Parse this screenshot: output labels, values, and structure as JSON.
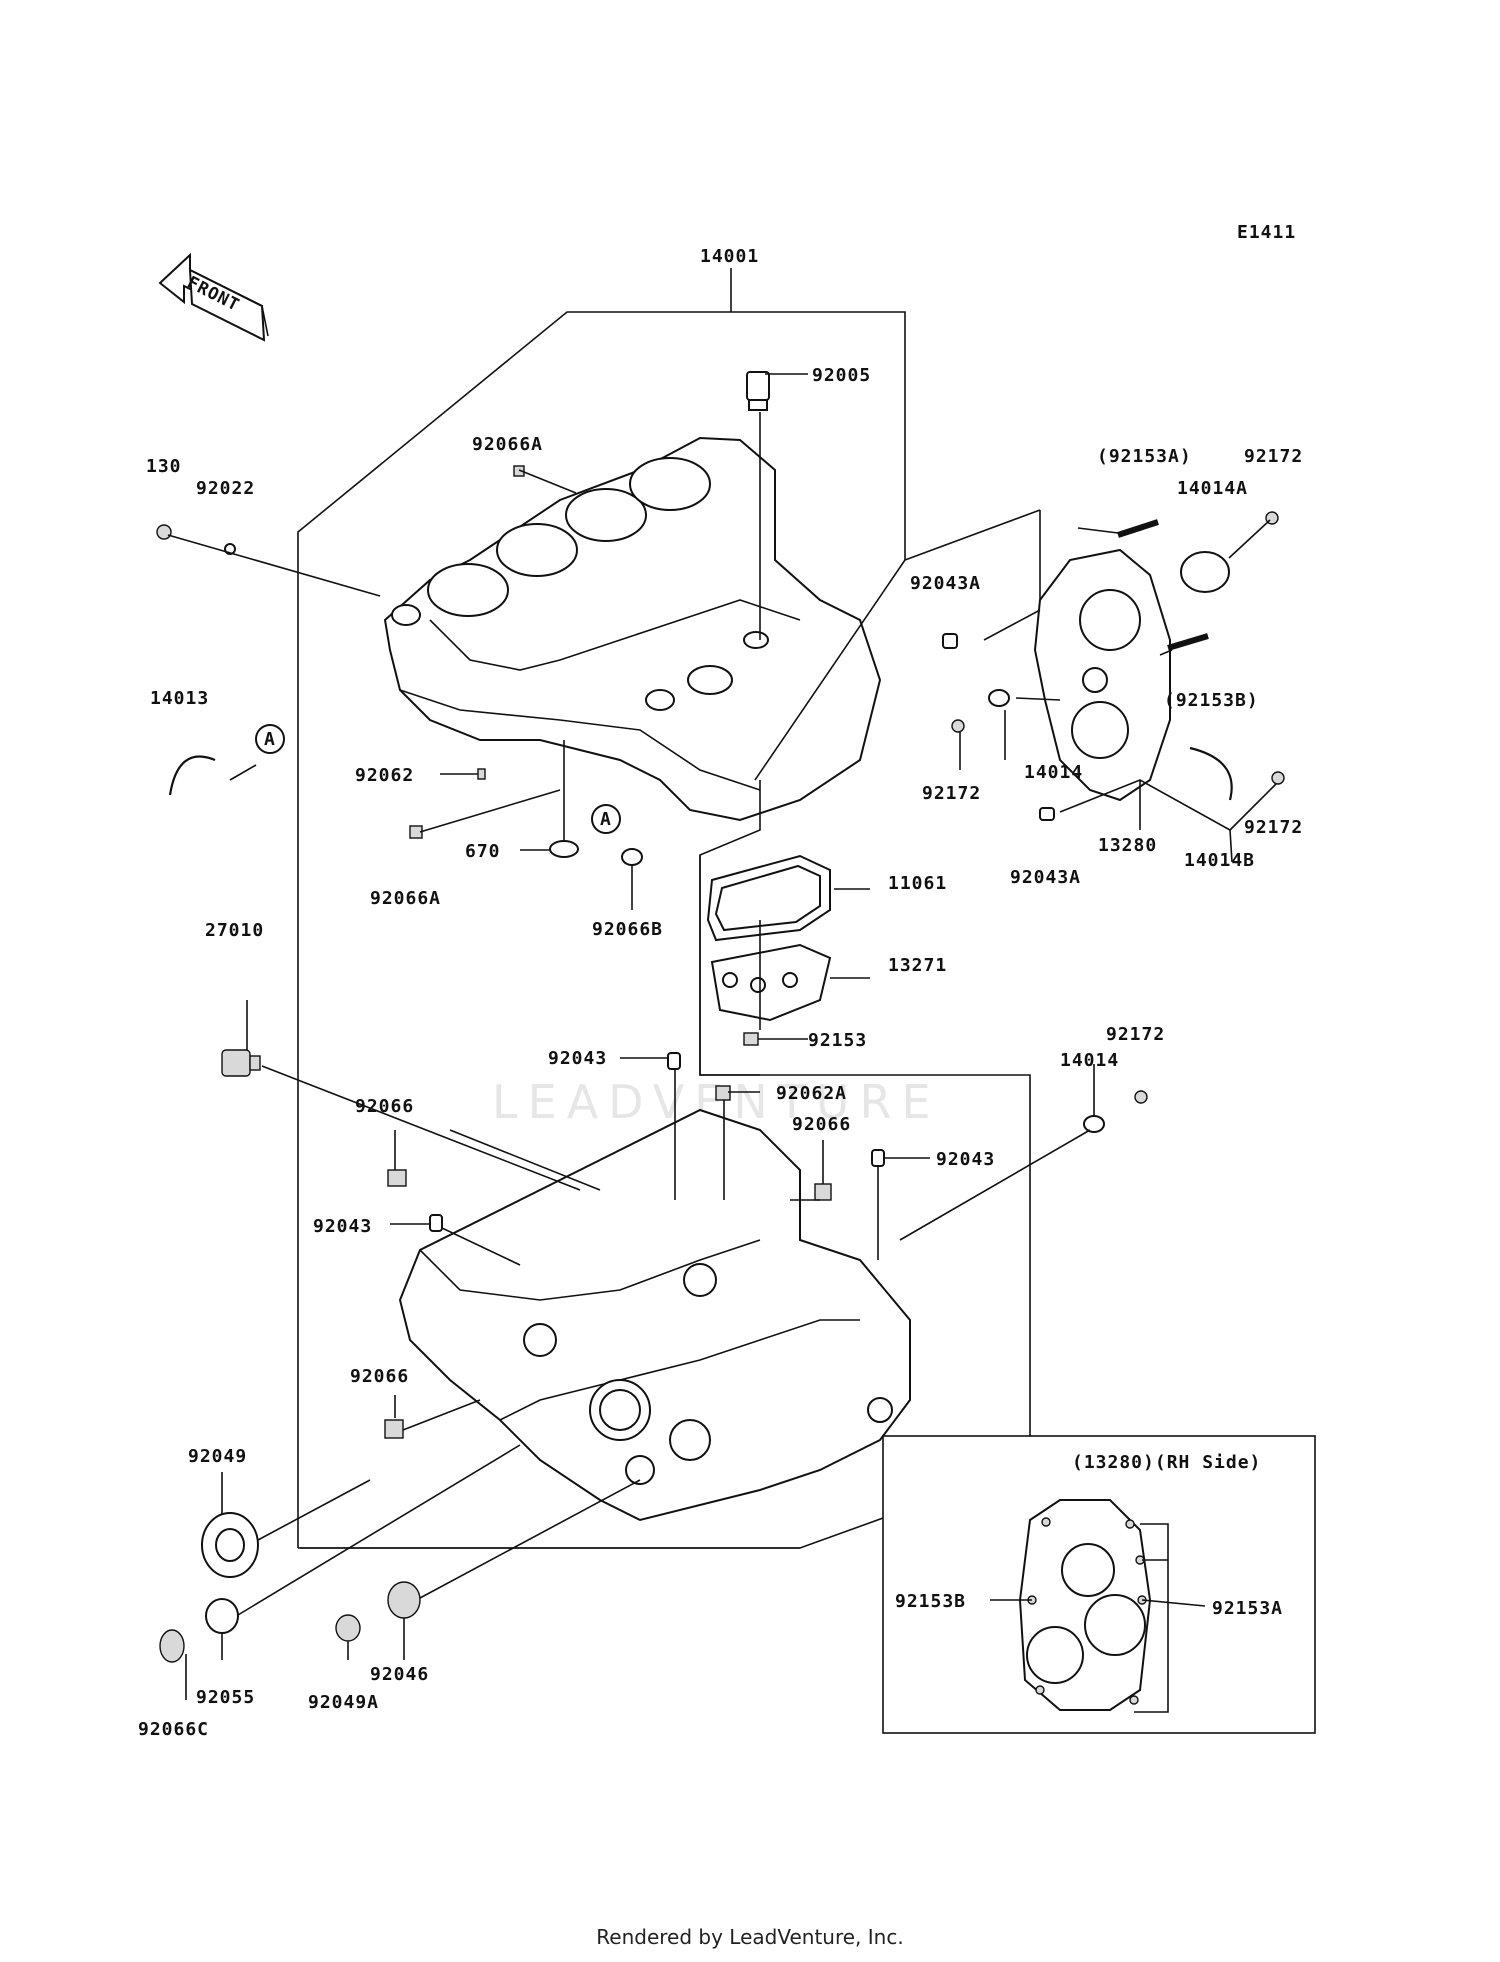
{
  "diagram_id": "E1411",
  "front_label": "FRONT",
  "watermark": "LEADVENTURE",
  "footer": "Rendered by LeadVenture, Inc.",
  "inset": {
    "title": "(13280)(RH Side)",
    "labels": [
      "92153B",
      "92153A"
    ]
  },
  "parts": [
    "14001",
    "92005",
    "92066A",
    "130",
    "92022",
    "92153A_paren",
    "92172",
    "14014A",
    "92043A",
    "92153B_paren",
    "14013",
    "A",
    "92062",
    "670",
    "92066B",
    "11061",
    "13271",
    "92153",
    "14014",
    "13280",
    "14014B",
    "27010",
    "92043",
    "92062A",
    "92066",
    "92049",
    "92055",
    "92066C",
    "92049A",
    "92046"
  ],
  "labels": {
    "p14001": "14001",
    "p92005": "92005",
    "p92066A_top": "92066A",
    "p130": "130",
    "p92022": "92022",
    "p92153A_paren": "(92153A)",
    "p92172_a": "92172",
    "p14014A": "14014A",
    "p92043A_a": "92043A",
    "p92153B_paren": "(92153B)",
    "p14013": "14013",
    "pA1": "A",
    "pA2": "A",
    "p92062": "92062",
    "p670": "670",
    "p92066A_low": "92066A",
    "p92066B": "92066B",
    "p11061": "11061",
    "p13271": "13271",
    "p92153": "92153",
    "p92172_b": "92172",
    "p14014_a": "14014",
    "p13280": "13280",
    "p92043A_b": "92043A",
    "p14014B": "14014B",
    "p92172_c": "92172",
    "p27010": "27010",
    "p92043_a": "92043",
    "p92062A": "92062A",
    "p92066_a": "92066",
    "p92066_b": "92066",
    "p92043_b": "92043",
    "p92043_c": "92043",
    "p92172_d": "92172",
    "p14014_b": "14014",
    "p92066_c": "92066",
    "p92049": "92049",
    "p92055": "92055",
    "p92066C": "92066C",
    "p92049A": "92049A",
    "p92046": "92046"
  }
}
